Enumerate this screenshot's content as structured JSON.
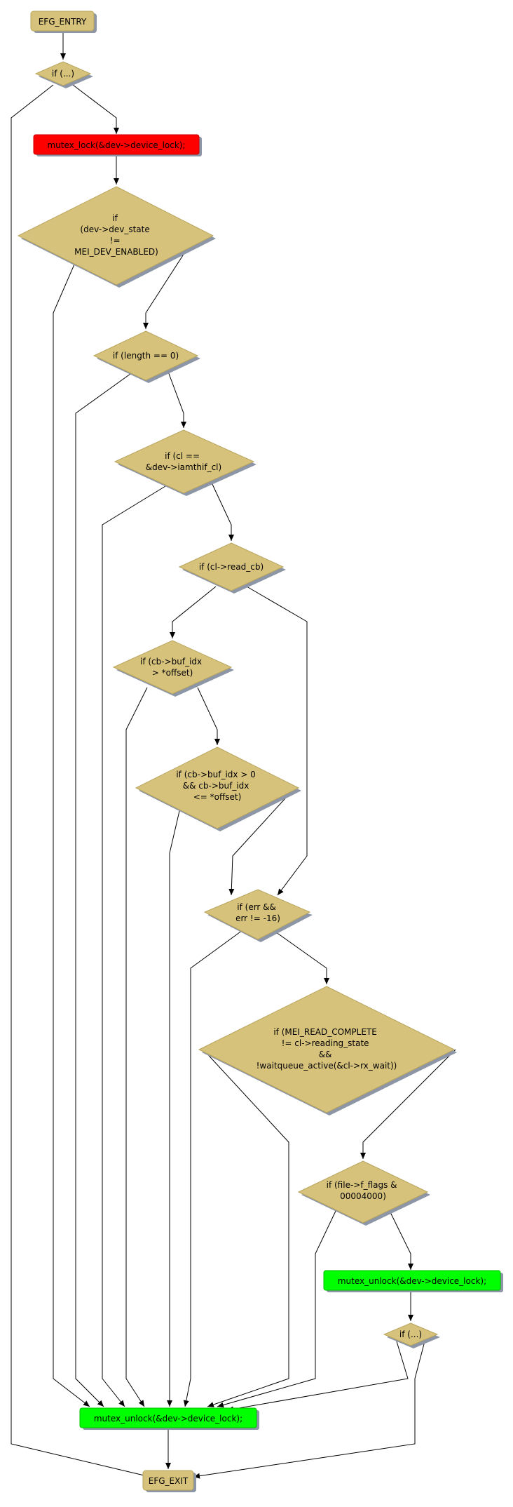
{
  "colors": {
    "condition_fill": "#d7c27c",
    "condition_stroke": "#b8a45c",
    "shadow": "#8c96a6",
    "red": "#ff0000",
    "green": "#00ff00",
    "edge": "#000000"
  },
  "nodes": {
    "efg_entry": "EFG_ENTRY",
    "if_unknown_1": "if (...)",
    "mutex_lock": "mutex_lock(&dev->device_lock);",
    "if_dev_state": [
      "if",
      "(dev->dev_state",
      "!=",
      "MEI_DEV_ENABLED)"
    ],
    "if_length": "if (length == 0)",
    "if_cl_iamthif": [
      "if (cl ==",
      "&dev->iamthif_cl)"
    ],
    "if_read_cb": "if (cl->read_cb)",
    "if_buf_idx_gt": [
      "if (cb->buf_idx",
      "> *offset)"
    ],
    "if_buf_idx_range": [
      "if (cb->buf_idx > 0",
      "&& cb->buf_idx",
      "<= *offset)"
    ],
    "if_err": [
      "if (err &&",
      "err != -16)"
    ],
    "if_read_complete": [
      "if (MEI_READ_COMPLETE",
      "!= cl->reading_state",
      "&&",
      "!waitqueue_active(&cl->rx_wait))"
    ],
    "if_f_flags": [
      "if (file->f_flags &",
      "00004000)"
    ],
    "mutex_unlock_right": "mutex_unlock(&dev->device_lock);",
    "if_unknown_2": "if (...)",
    "mutex_unlock_main": "mutex_unlock(&dev->device_lock);",
    "efg_exit": "EFG_EXIT"
  }
}
